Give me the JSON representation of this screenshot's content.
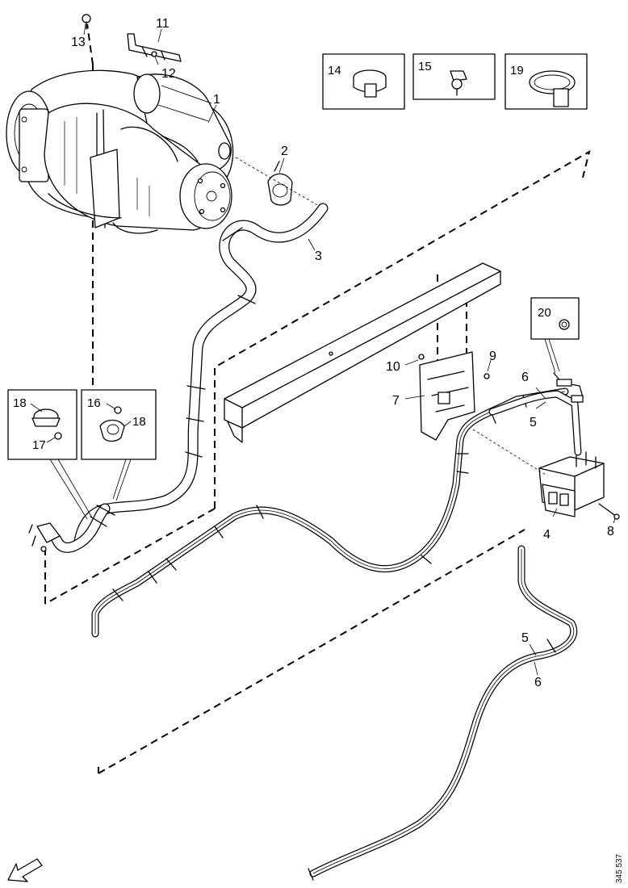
{
  "callouts": [
    {
      "id": "c1",
      "text": "1"
    },
    {
      "id": "c2",
      "text": "2"
    },
    {
      "id": "c3",
      "text": "3"
    },
    {
      "id": "c4",
      "text": "4"
    },
    {
      "id": "c5a",
      "text": "5"
    },
    {
      "id": "c5b",
      "text": "5"
    },
    {
      "id": "c6a",
      "text": "6"
    },
    {
      "id": "c6b",
      "text": "6"
    },
    {
      "id": "c7",
      "text": "7"
    },
    {
      "id": "c8",
      "text": "8"
    },
    {
      "id": "c9",
      "text": "9"
    },
    {
      "id": "c10",
      "text": "10"
    },
    {
      "id": "c11",
      "text": "11"
    },
    {
      "id": "c12",
      "text": "12"
    },
    {
      "id": "c13",
      "text": "13"
    }
  ],
  "insets": {
    "inset14": {
      "label": "14"
    },
    "inset15": {
      "label": "15"
    },
    "inset19": {
      "label": "19"
    },
    "inset20": {
      "label": "20"
    },
    "insetLeftA": {
      "labelTop": "18",
      "labelBottom": "17"
    },
    "insetLeftB": {
      "labelTop": "16",
      "labelRight": "18"
    }
  },
  "reference_number": "345 537",
  "colors": {
    "line": "#000000",
    "background": "#ffffff"
  },
  "icons": {
    "direction": "arrow-front-icon"
  }
}
